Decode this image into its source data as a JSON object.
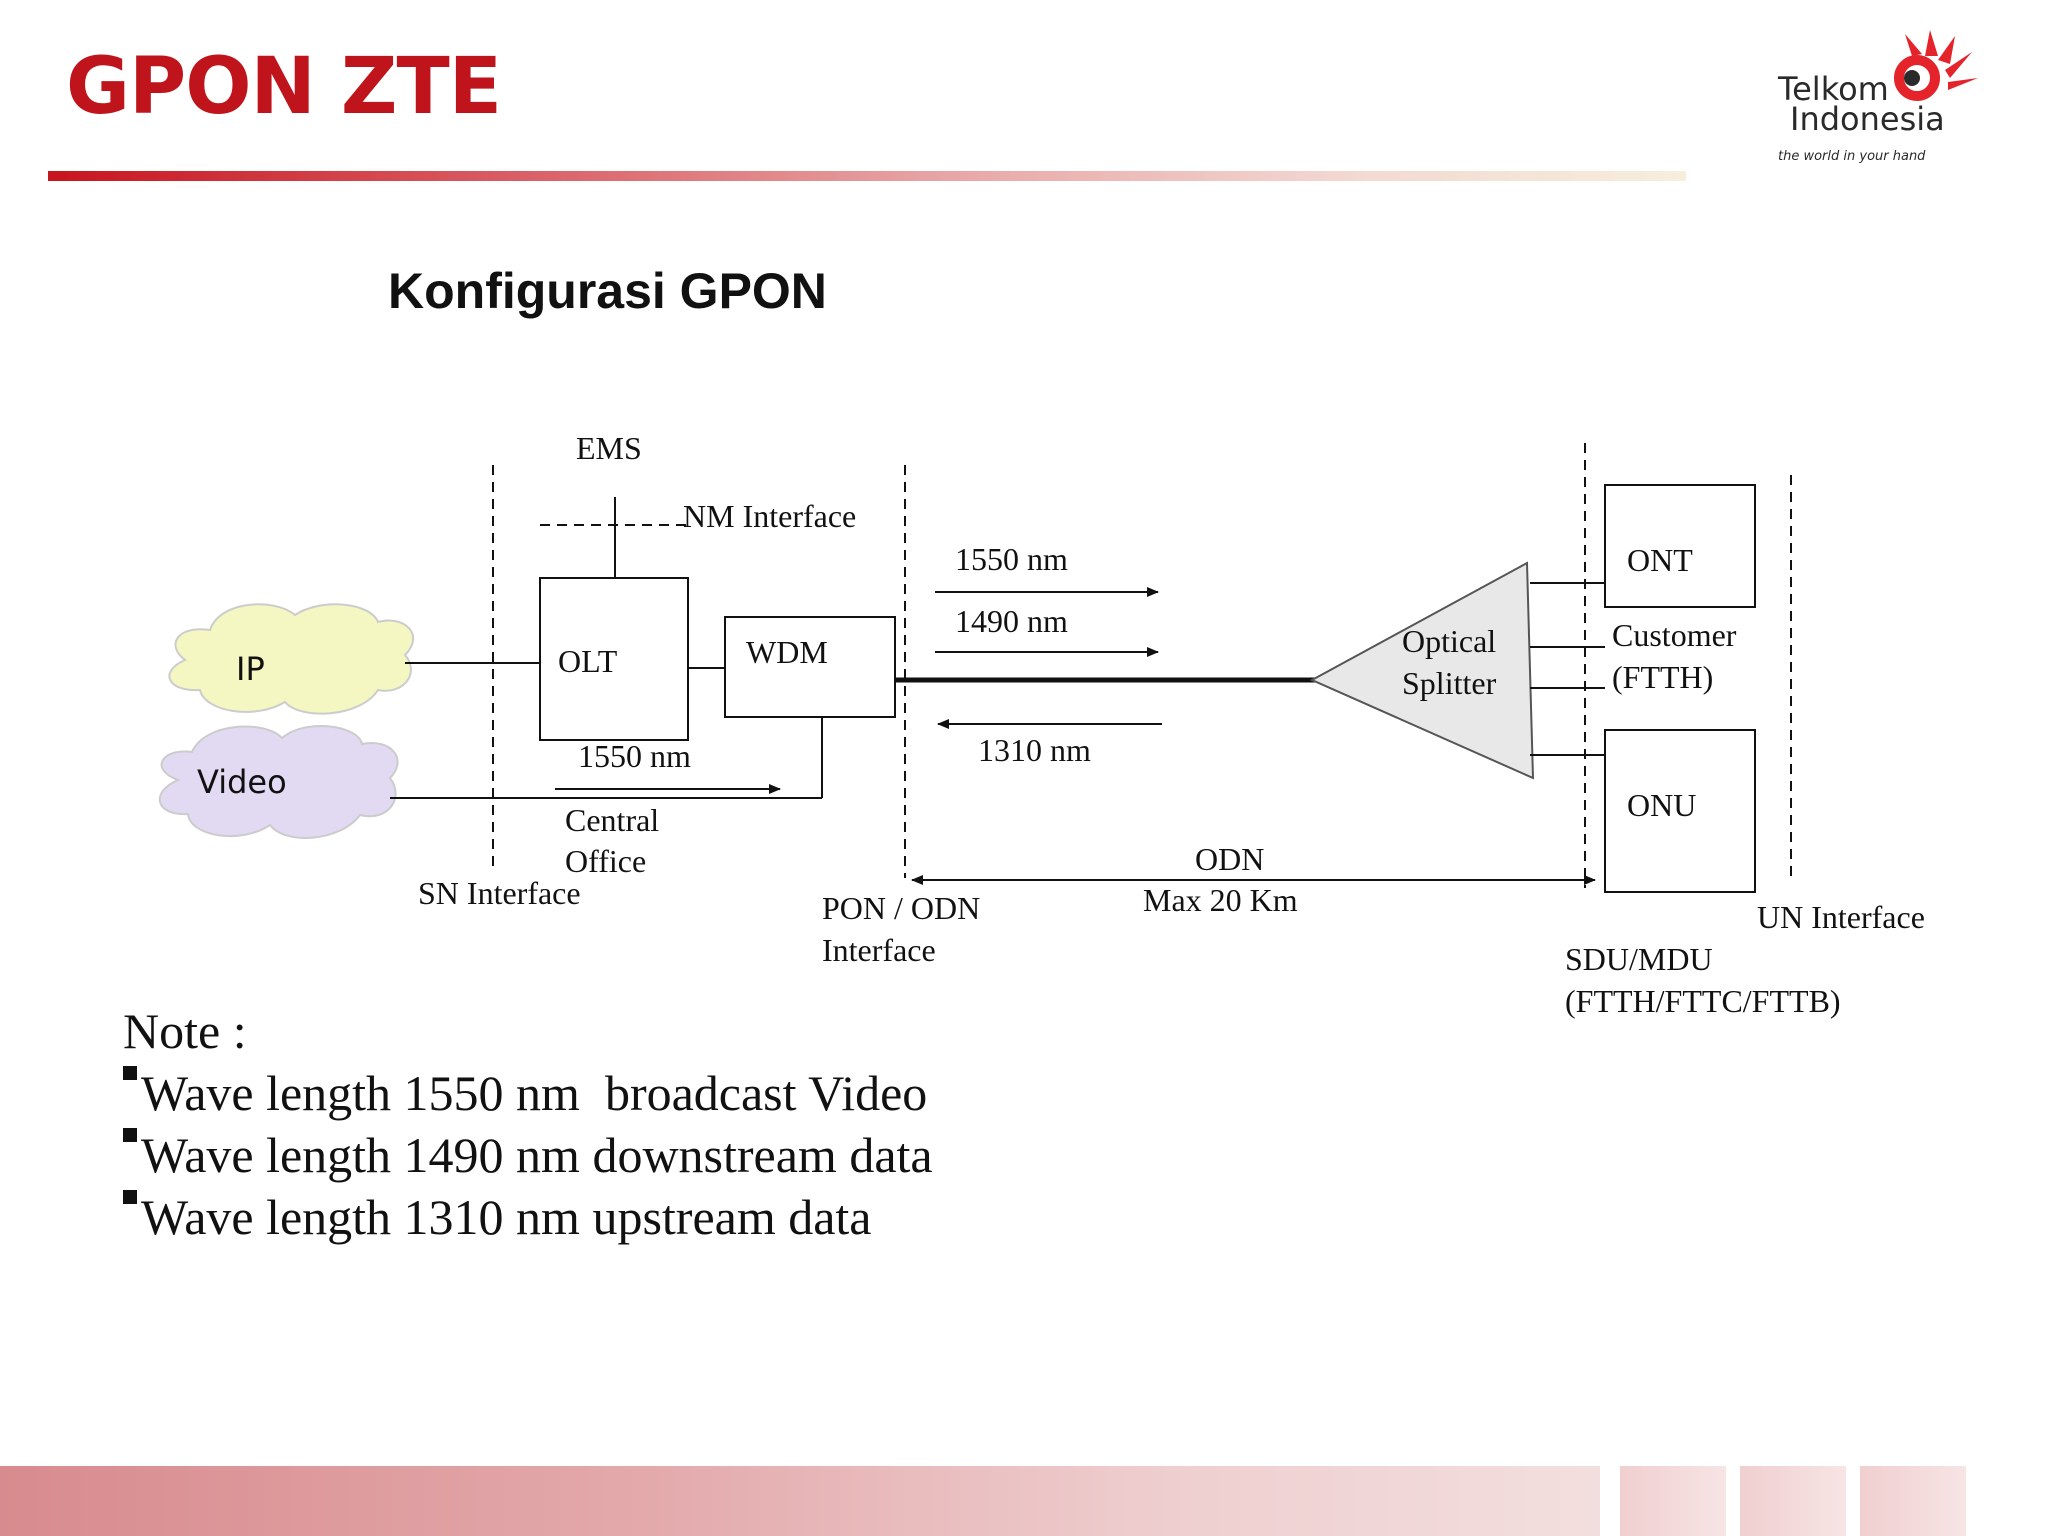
{
  "slide": {
    "title": "GPON ZTE",
    "subtitle": "Konfigurasi GPON"
  },
  "logo": {
    "line1": "Telkom",
    "line2": "Indonesia",
    "tagline": "the world in your hand",
    "colors": {
      "brand_red": "#e4232a",
      "text_dark": "#2a2a2a"
    }
  },
  "diagram": {
    "clouds": {
      "ip": "IP",
      "video": "Video"
    },
    "boxes": {
      "olt": "OLT",
      "wdm": "WDM",
      "ont": "ONT",
      "onu": "ONU"
    },
    "splitter": [
      "Optical",
      "Splitter"
    ],
    "labels": {
      "ems": "EMS",
      "nm_interface": "NM Interface",
      "wl_1550_top": "1550 nm",
      "wl_1490": "1490 nm",
      "wl_1310": "1310 nm",
      "wl_1550_bottom": "1550 nm",
      "central_office": [
        "Central",
        "Office"
      ],
      "sn_interface": "SN Interface",
      "pon_odn_interface": [
        "PON / ODN",
        "Interface"
      ],
      "odn": "ODN",
      "odn_distance": "Max 20 Km",
      "customer": [
        "Customer",
        "(FTTH)"
      ],
      "un_interface": "UN Interface",
      "sdu_mdu": [
        "SDU/MDU",
        "(FTTH/FTTC/FTTB)"
      ]
    },
    "colors": {
      "ip_cloud": "#f5f7c2",
      "video_cloud": "#e2d9f3",
      "splitter_fill": "#e8e8e8"
    }
  },
  "notes": {
    "heading": "Note :",
    "items": [
      "Wave length 1550 nm  broadcast Video",
      "Wave length 1490 nm downstream data",
      "Wave length 1310 nm upstream data"
    ]
  },
  "theme": {
    "title_red": "#c0141c",
    "footer_pink": "#e3a9ab"
  }
}
